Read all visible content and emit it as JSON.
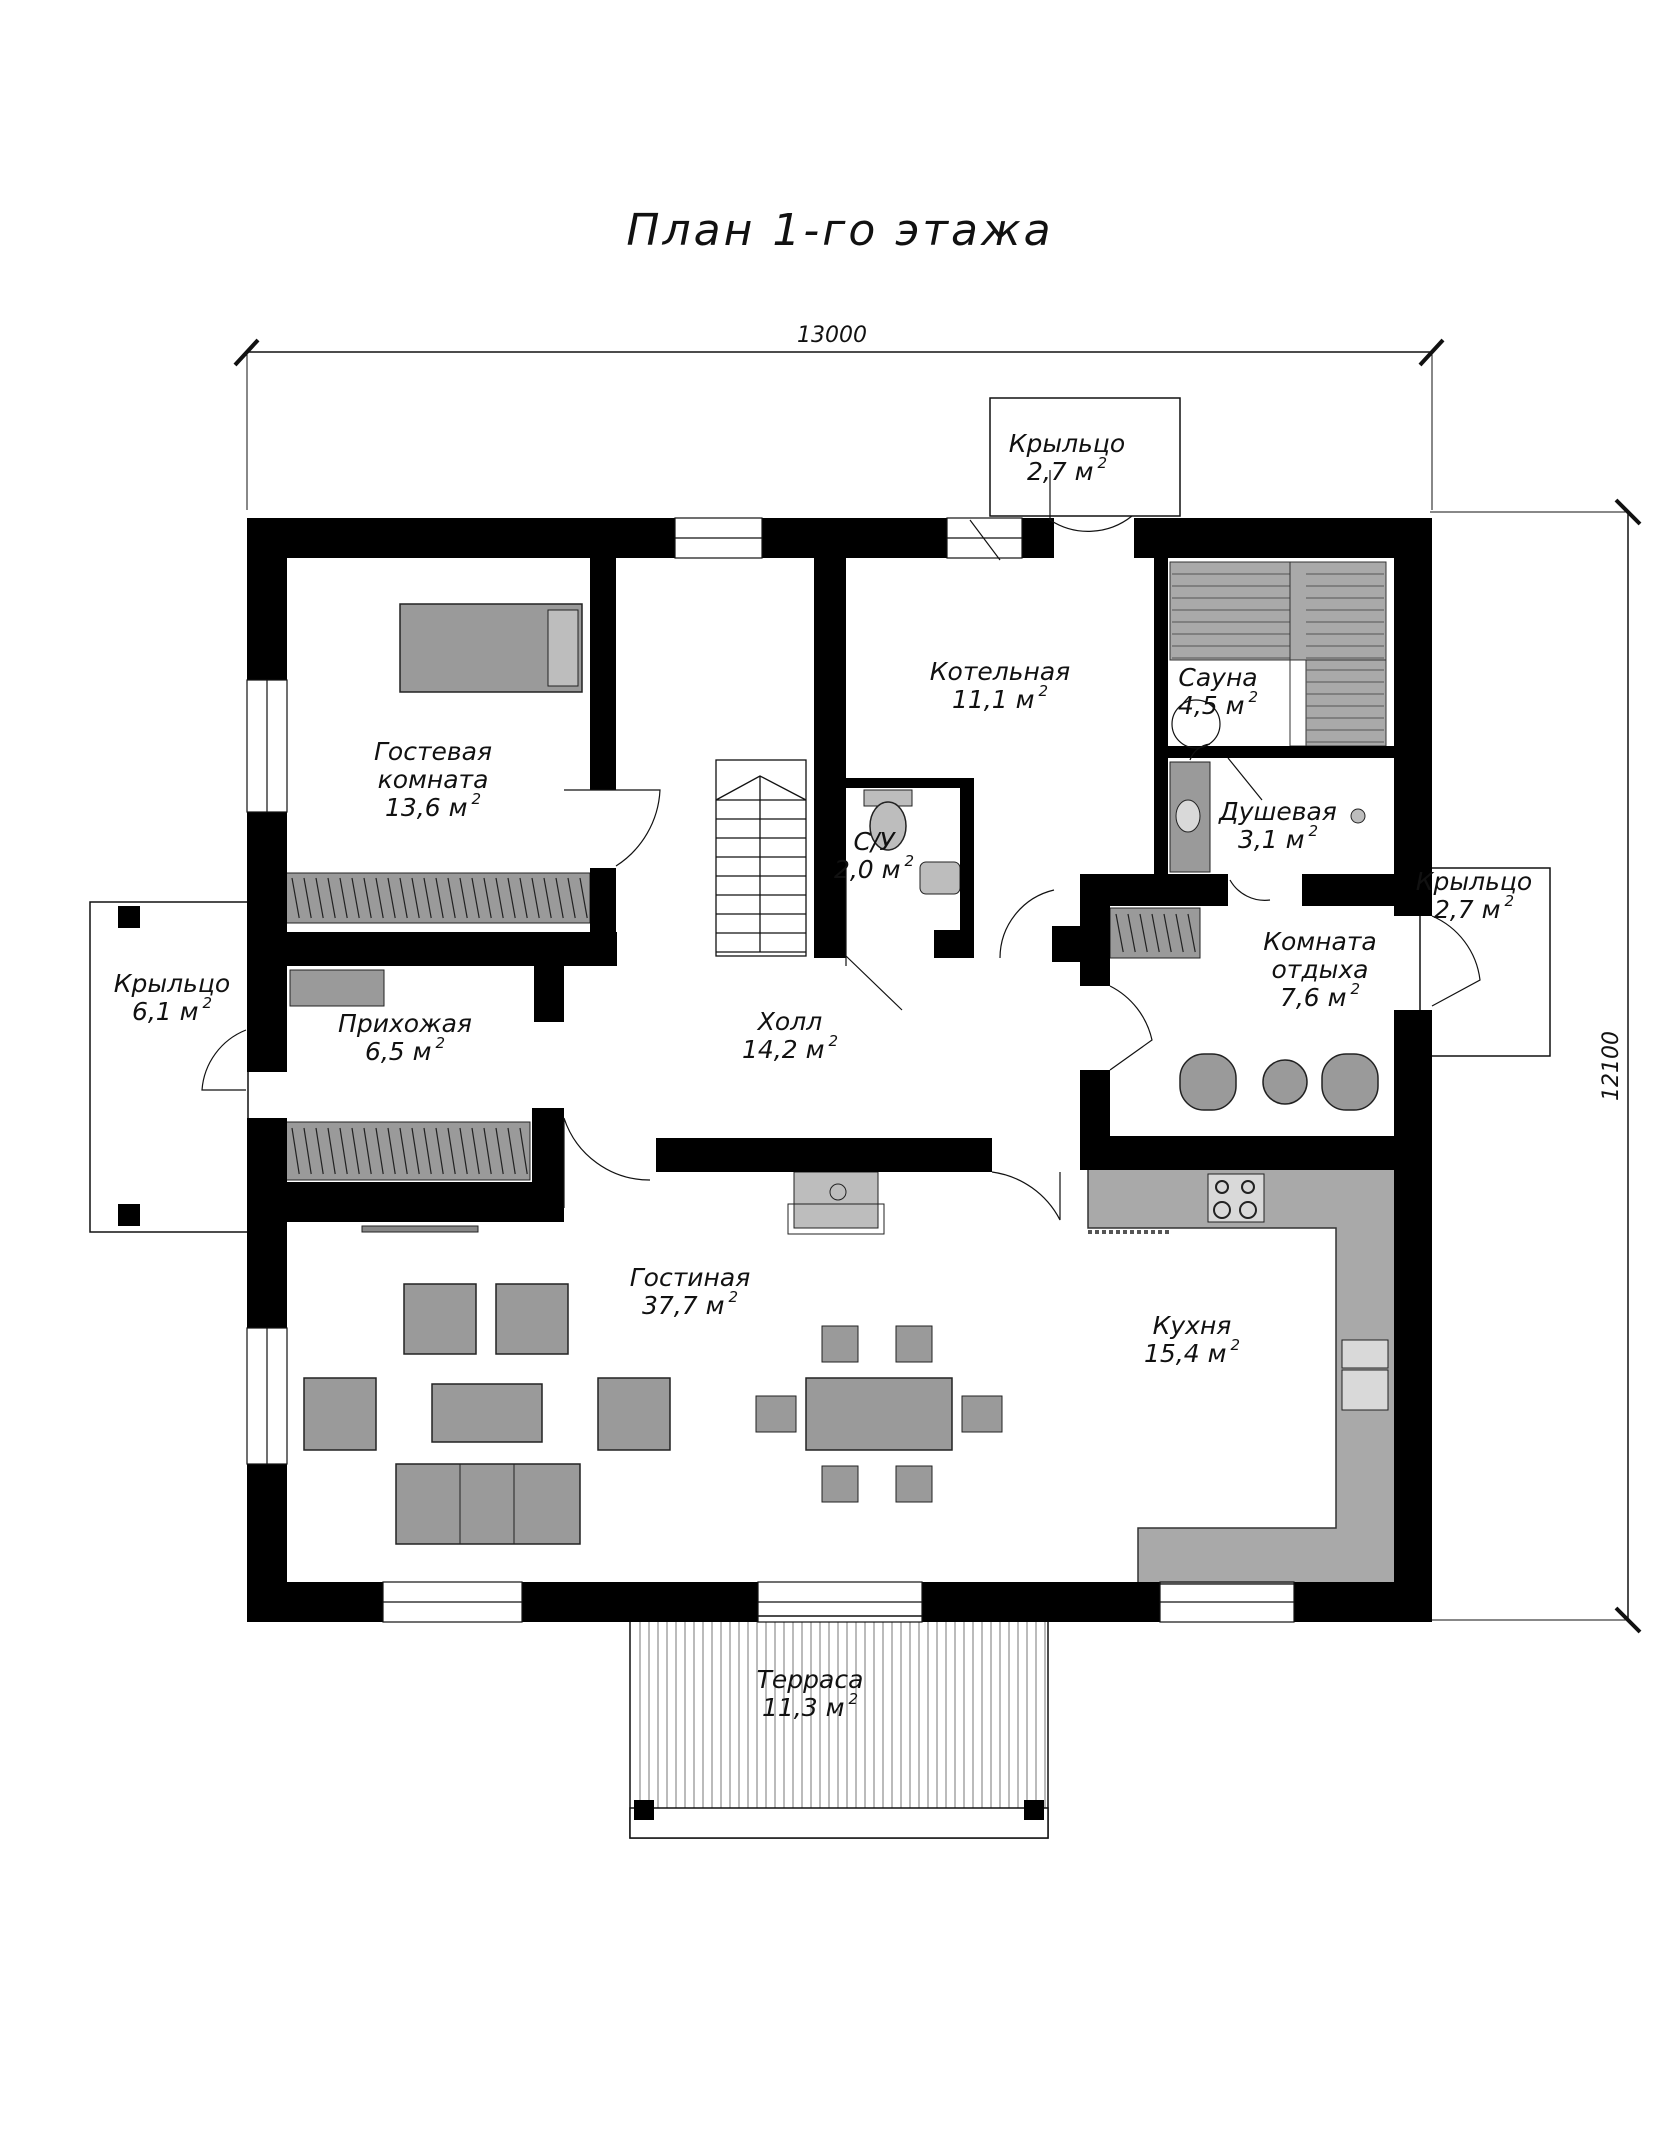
{
  "title": "План 1-го этажа",
  "dimensions": {
    "width": "13000",
    "height": "12100"
  },
  "area_unit": "м",
  "area_exp": "2",
  "rooms": [
    {
      "name": "Крыльцо",
      "area": "2,7"
    },
    {
      "name": "Котельная",
      "area": "11,1"
    },
    {
      "name": "Сауна",
      "area": "4,5"
    },
    {
      "name": "Гостевая комната",
      "area": "13,6"
    },
    {
      "name": "С/У",
      "area": "2,0"
    },
    {
      "name": "Душевая",
      "area": "3,1"
    },
    {
      "name": "Крыльцо",
      "area": "2,7"
    },
    {
      "name": "Комната отдыха",
      "area": "7,6"
    },
    {
      "name": "Крыльцо",
      "area": "6,1"
    },
    {
      "name": "Прихожая",
      "area": "6,5"
    },
    {
      "name": "Холл",
      "area": "14,2"
    },
    {
      "name": "Гостиная",
      "area": "37,7"
    },
    {
      "name": "Кухня",
      "area": "15,4"
    },
    {
      "name": "Терраса",
      "area": "11,3"
    }
  ]
}
